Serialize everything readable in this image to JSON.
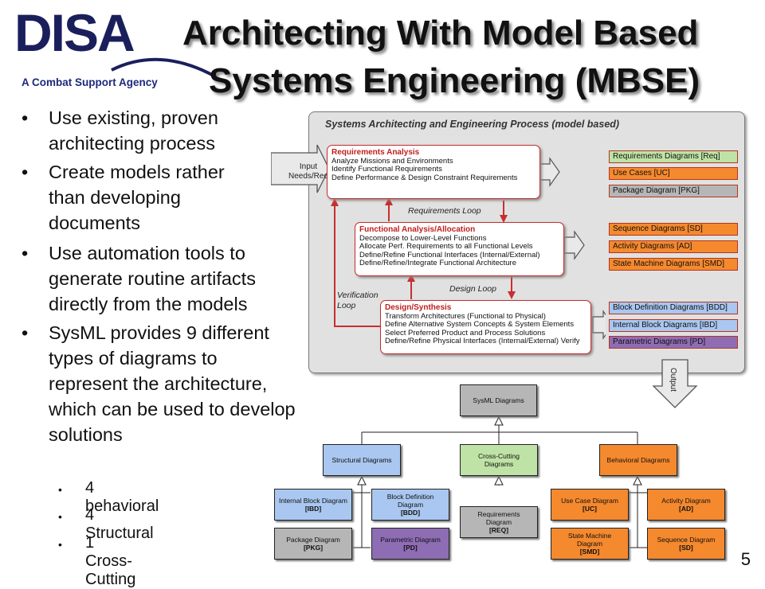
{
  "header": {
    "logo": "DISA",
    "tagline": "A Combat Support Agency",
    "title_line1": "Architecting With Model Based",
    "title_line2": "Systems Engineering (MBSE)"
  },
  "bullets": [
    {
      "text": "Use existing, proven architecting process"
    },
    {
      "text": "Create models rather than developing documents"
    },
    {
      "text": "Use automation tools to generate routine artifacts directly from the models"
    },
    {
      "text": "SysML provides 9 different types of diagrams to represent the architecture, which can be used to develop solutions"
    }
  ],
  "sub_bullets": [
    "4 behavioral",
    "4 Structural",
    "1 Cross-Cutting"
  ],
  "process": {
    "title": "Systems Architecting and  Engineering Process (model based)",
    "input_label": "Input\nNeeds/Req",
    "requirements": {
      "heading": "Requirements Analysis",
      "lines": [
        "Analyze Missions and Environments",
        "Identify Functional Requirements",
        "Define Performance & Design Constraint Requirements"
      ]
    },
    "functional": {
      "heading": "Functional Analysis/Allocation",
      "lines": [
        "Decompose to Lower-Level Functions",
        "Allocate Perf. Requirements to all Functional Levels",
        "Define/Refine Functional Interfaces (Internal/External)",
        "Define/Refine/Integrate Functional Architecture"
      ]
    },
    "design": {
      "heading": "Design/Synthesis",
      "lines": [
        "Transform Architectures (Functional to Physical)",
        "Define Alternative System Concepts & System Elements",
        "Select Preferred Product and Process Solutions",
        "Define/Refine Physical Interfaces (Internal/External) Verify"
      ]
    },
    "requirements_loop": "Requirements Loop",
    "design_loop": "Design Loop",
    "verification_loop": "Verification\nLoop",
    "output_label": "Output",
    "diagram_groups": [
      [
        {
          "label": "Requirements Diagrams [Req]",
          "color": "green"
        },
        {
          "label": "Use Cases [UC]",
          "color": "orange"
        },
        {
          "label": "Package Diagram [PKG]",
          "color": "gray"
        }
      ],
      [
        {
          "label": "Sequence Diagrams [SD]",
          "color": "orange"
        },
        {
          "label": "Activity Diagrams [AD]",
          "color": "orange"
        },
        {
          "label": "State Machine Diagrams [SMD]",
          "color": "orange"
        }
      ],
      [
        {
          "label": "Block Definition Diagrams [BDD]",
          "color": "blue"
        },
        {
          "label": "Internal Block Diagrams [IBD]",
          "color": "blue"
        },
        {
          "label": "Parametric Diagrams [PD]",
          "color": "purple"
        }
      ]
    ]
  },
  "hierarchy": {
    "root": "SysML Diagrams",
    "structural": "Structural Diagrams",
    "cross_cutting": "Cross-Cutting\nDiagrams",
    "behavioral": "Behavioral Diagrams",
    "ibd": {
      "name": "Internal Block Diagram",
      "abbr": "[IBD]"
    },
    "bdd": {
      "name": "Block Definition\nDiagram",
      "abbr": "[BDD]"
    },
    "pkg": {
      "name": "Package Diagram",
      "abbr": "[PKG]"
    },
    "pd": {
      "name": "Parametric Diagram",
      "abbr": "[PD]"
    },
    "req": {
      "name": "Requirements\nDiagram",
      "abbr": "[REQ]"
    },
    "uc": {
      "name": "Use Case Diagram",
      "abbr": "[UC]"
    },
    "ad": {
      "name": "Activity Diagram",
      "abbr": "[AD]"
    },
    "smd": {
      "name": "State Machine\nDiagram",
      "abbr": "[SMD]"
    },
    "sd": {
      "name": "Sequence Diagram",
      "abbr": "[SD]"
    }
  },
  "colors": {
    "green": "#bfe3a6",
    "orange": "#f5892e",
    "gray": "#b6b6b6",
    "blue": "#a9c7f0",
    "purple": "#8e6db5",
    "accent_red": "#c01e1e",
    "logo_navy": "#1a1f5c"
  },
  "page_number": "5"
}
